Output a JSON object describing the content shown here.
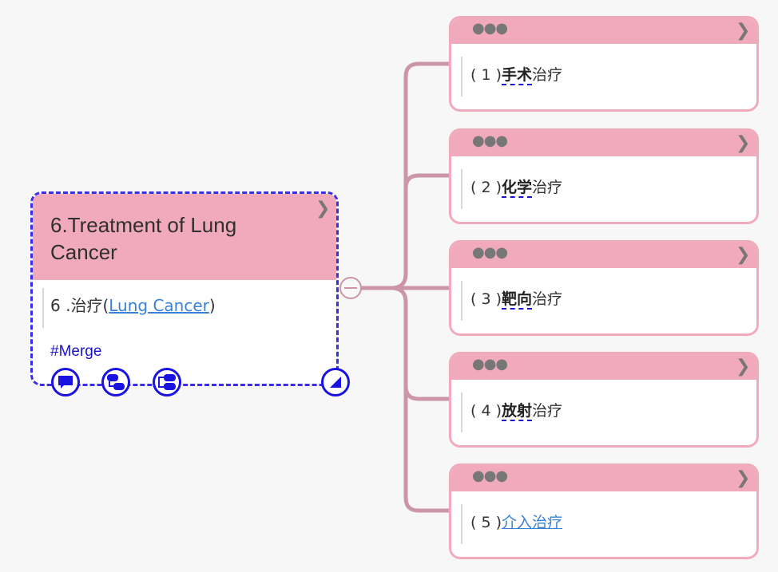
{
  "main_node": {
    "title": "6.Treatment of Lung Cancer",
    "body_prefix": "6 .治疗(",
    "body_link": "Lung Cancer",
    "body_suffix": ")",
    "tag": "#Merge",
    "icons": [
      "comment-icon",
      "relationship-icon",
      "boundary-icon",
      "corner-resize-icon"
    ]
  },
  "children": [
    {
      "number": "( 1 )",
      "keyword": "手术",
      "suffix": "治疗",
      "is_link": false
    },
    {
      "number": "( 2 )",
      "keyword": "化学",
      "suffix": "治疗",
      "is_link": false
    },
    {
      "number": "( 3 )",
      "keyword": "靶向",
      "suffix": "治疗",
      "is_link": false
    },
    {
      "number": "( 4 )",
      "keyword": "放射",
      "suffix": "治疗",
      "is_link": false
    },
    {
      "number": "( 5 )",
      "keyword": "",
      "suffix": "",
      "link_text": "介入治疗",
      "is_link": true
    }
  ],
  "colors": {
    "node_header": "#f1aabb",
    "connector": "#cd96a8",
    "selection": "#3a2fe6",
    "link": "#3b82d6"
  }
}
